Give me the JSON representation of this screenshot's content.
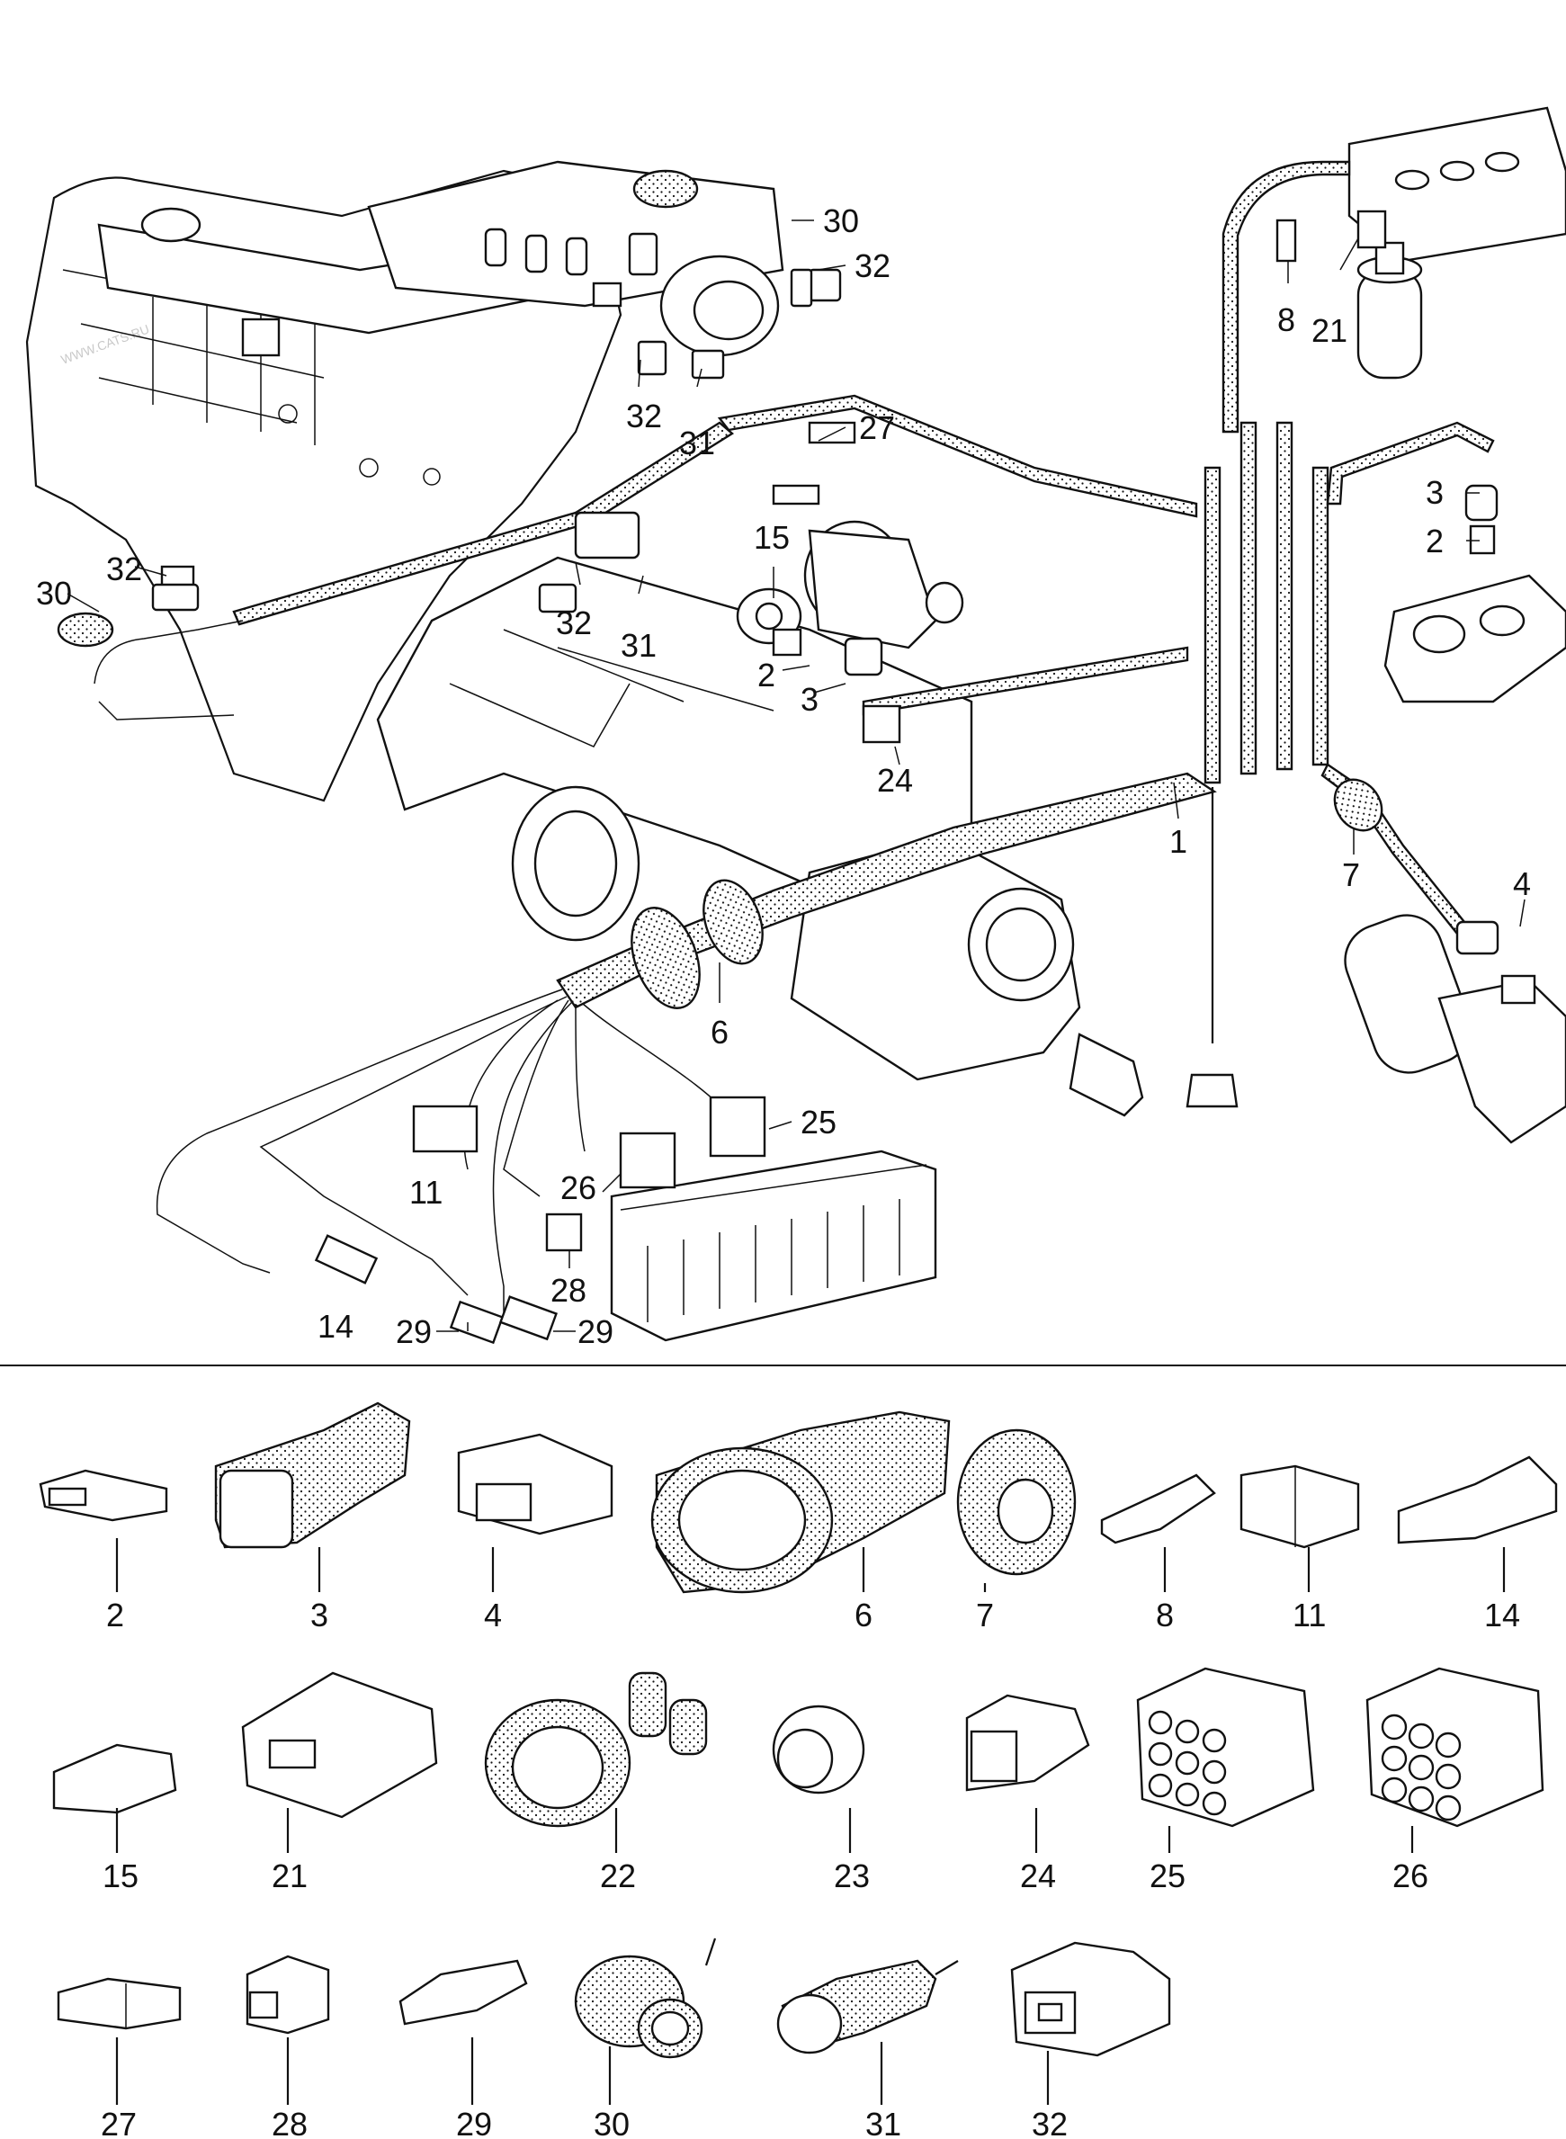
{
  "watermark": "WWW.CATS.RU",
  "diagram_callouts": [
    "30",
    "32",
    "32",
    "31",
    "27",
    "8",
    "21",
    "3",
    "2",
    "15",
    "30",
    "32",
    "32",
    "31",
    "2",
    "3",
    "24",
    "1",
    "7",
    "4",
    "6",
    "25",
    "11",
    "26",
    "28",
    "14",
    "29",
    "29"
  ],
  "catalog_parts": [
    {
      "number": "2",
      "icon": "flat-2pin-connector"
    },
    {
      "number": "3",
      "icon": "rubber-boot-connector"
    },
    {
      "number": "4",
      "icon": "4pin-connector-housing"
    },
    {
      "number": "6",
      "icon": "large-grommet"
    },
    {
      "number": "7",
      "icon": "small-grommet"
    },
    {
      "number": "8",
      "icon": "single-flat-connector"
    },
    {
      "number": "11",
      "icon": "twin-block-connector"
    },
    {
      "number": "14",
      "icon": "angled-connector"
    },
    {
      "number": "15",
      "icon": "small-flat-connector"
    },
    {
      "number": "21",
      "icon": "wide-housing"
    },
    {
      "number": "22",
      "icon": "plug-boot"
    },
    {
      "number": "23",
      "icon": "round-plug"
    },
    {
      "number": "24",
      "icon": "square-connector"
    },
    {
      "number": "25",
      "icon": "multi-pin-connector"
    },
    {
      "number": "26",
      "icon": "multi-pin-connector-round"
    },
    {
      "number": "27",
      "icon": "blade-housing"
    },
    {
      "number": "28",
      "icon": "small-housing"
    },
    {
      "number": "29",
      "icon": "flat-housing"
    },
    {
      "number": "30",
      "icon": "angled-boot"
    },
    {
      "number": "31",
      "icon": "straight-boot"
    },
    {
      "number": "32",
      "icon": "sensor-connector"
    }
  ]
}
